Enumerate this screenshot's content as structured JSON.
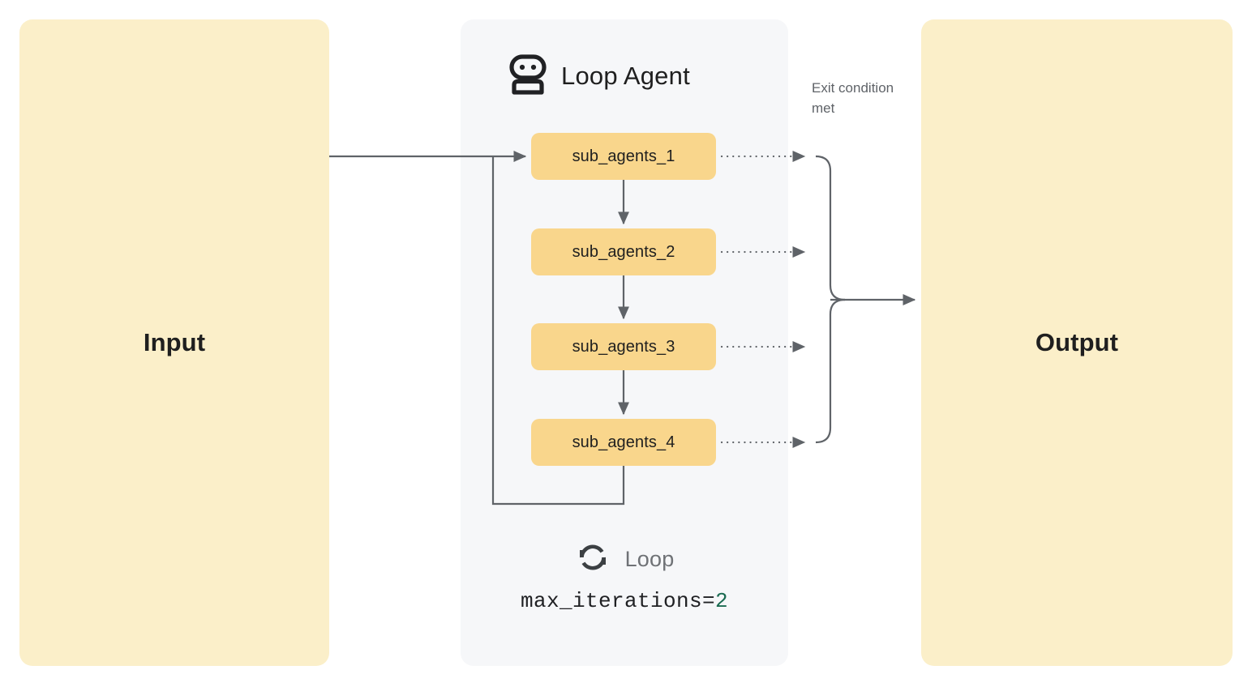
{
  "diagram": {
    "title": "Loop Agent workflow diagram",
    "colors": {
      "io_panel_bg": "#FBEFC9",
      "agent_panel_bg": "#F6F7F9",
      "agent_box_bg": "#F9D68C",
      "line": "#5F6368",
      "text_dark": "#1F1F1F",
      "text_muted": "#5F6368",
      "number_green": "#1B6B52",
      "page_bg": "#FFFFFF"
    }
  },
  "input": {
    "label": "Input"
  },
  "output": {
    "label": "Output"
  },
  "loop_agent": {
    "title": "Loop Agent",
    "icon": "robot-icon",
    "sub_agents": [
      {
        "label": "sub_agents_1"
      },
      {
        "label": "sub_agents_2"
      },
      {
        "label": "sub_agents_3"
      },
      {
        "label": "sub_agents_4"
      }
    ],
    "exit_condition_label": "Exit condition met",
    "footer": {
      "icon": "loop-refresh-icon",
      "loop_label": "Loop",
      "max_iterations_key": "max_iterations=",
      "max_iterations_value": "2"
    }
  }
}
